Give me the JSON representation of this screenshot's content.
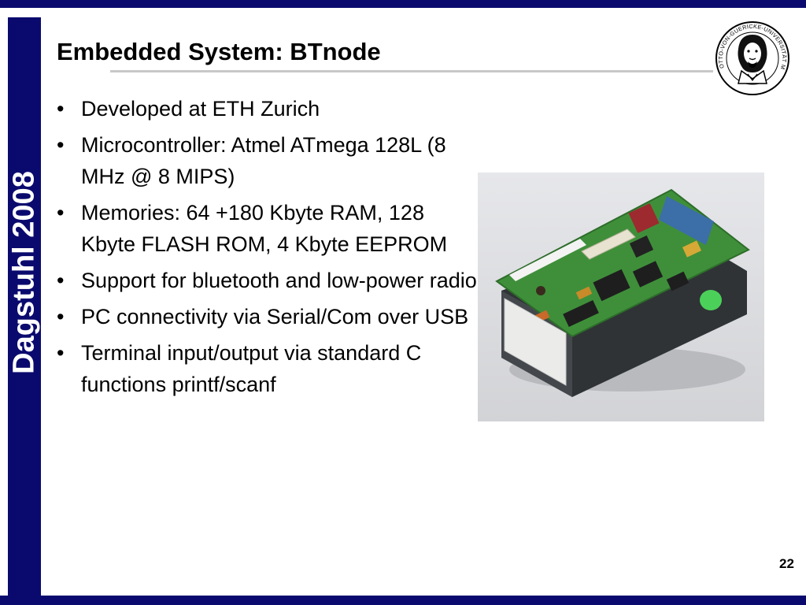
{
  "sidebar": {
    "label": "Dagstuhl 2008"
  },
  "slide": {
    "title": "Embedded System: BTnode",
    "bullets": [
      "Developed at ETH Zurich",
      "Microcontroller: Atmel ATmega 128L (8 MHz @ 8 MIPS)",
      "Memories: 64 +180 Kbyte RAM, 128 Kbyte FLASH ROM, 4 Kbyte EEPROM",
      "Support for bluetooth and  low-power radio",
      "PC connectivity via Serial/Com over USB",
      "Terminal input/output via standard C functions printf/scanf"
    ],
    "page_number": "22"
  },
  "logo": {
    "text": "OTTO-VON-GUERICKE-UNIVERSITÄT MAGDEBURG"
  },
  "colors": {
    "brand_navy": "#0a0a6e",
    "rule_gray": "#c8c8c8",
    "pcb_green": "#3f8f3a"
  }
}
